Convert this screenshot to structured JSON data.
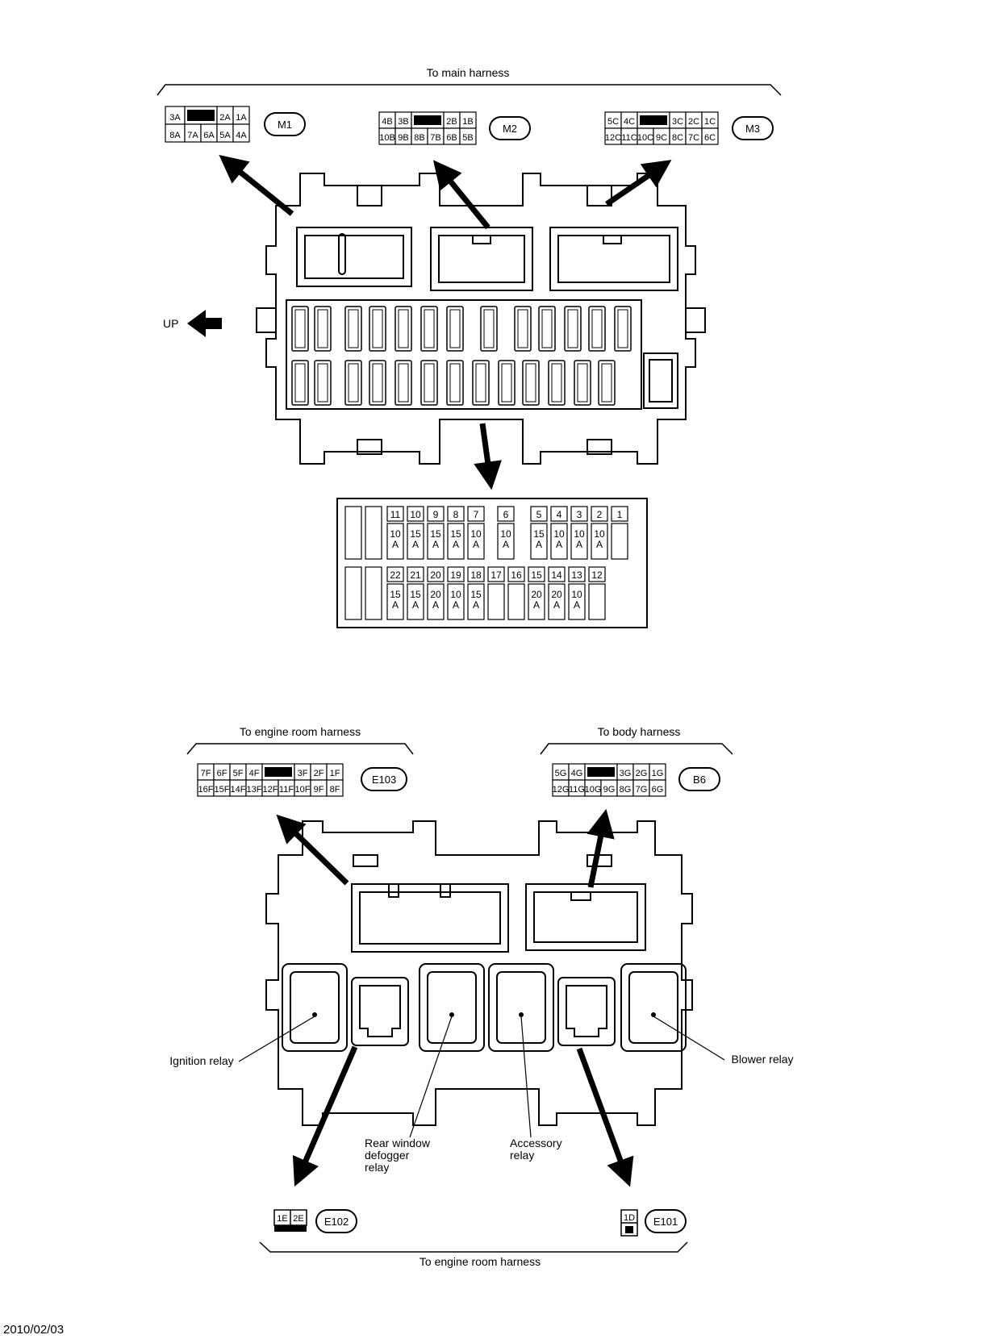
{
  "top_section": {
    "harness_label": "To main harness",
    "up_label": "UP",
    "connectors": {
      "M1": {
        "id": "M1",
        "rows": [
          [
            "3A",
            "",
            "2A",
            "1A"
          ],
          [
            "8A",
            "7A",
            "6A",
            "5A",
            "4A"
          ]
        ]
      },
      "M2": {
        "id": "M2",
        "rows": [
          [
            "4B",
            "3B",
            "",
            "2B",
            "1B"
          ],
          [
            "10B",
            "9B",
            "8B",
            "7B",
            "6B",
            "5B"
          ]
        ]
      },
      "M3": {
        "id": "M3",
        "rows": [
          [
            "5C",
            "4C",
            "",
            "3C",
            "2C",
            "1C"
          ],
          [
            "12C",
            "11C",
            "10C",
            "9C",
            "8C",
            "7C",
            "6C"
          ]
        ]
      }
    },
    "fuse_block": {
      "row1": [
        {
          "no": "11",
          "amp": [
            "10",
            "A"
          ]
        },
        {
          "no": "10",
          "amp": [
            "15",
            "A"
          ]
        },
        {
          "no": "9",
          "amp": [
            "15",
            "A"
          ]
        },
        {
          "no": "8",
          "amp": [
            "15",
            "A"
          ]
        },
        {
          "no": "7",
          "amp": [
            "10",
            "A"
          ]
        },
        {
          "no": "6",
          "amp": [
            "10",
            "A"
          ]
        },
        {
          "no": "5",
          "amp": [
            "15",
            "A"
          ]
        },
        {
          "no": "4",
          "amp": [
            "10",
            "A"
          ]
        },
        {
          "no": "3",
          "amp": [
            "10",
            "A"
          ]
        },
        {
          "no": "2",
          "amp": [
            "10",
            "A"
          ]
        },
        {
          "no": "1",
          "amp": [
            "",
            ""
          ]
        }
      ],
      "row2": [
        {
          "no": "22",
          "amp": [
            "15",
            "A"
          ]
        },
        {
          "no": "21",
          "amp": [
            "15",
            "A"
          ]
        },
        {
          "no": "20",
          "amp": [
            "20",
            "A"
          ]
        },
        {
          "no": "19",
          "amp": [
            "10",
            "A"
          ]
        },
        {
          "no": "18",
          "amp": [
            "15",
            "A"
          ]
        },
        {
          "no": "17",
          "amp": [
            "",
            ""
          ]
        },
        {
          "no": "16",
          "amp": [
            "",
            ""
          ]
        },
        {
          "no": "15",
          "amp": [
            "20",
            "A"
          ]
        },
        {
          "no": "14",
          "amp": [
            "20",
            "A"
          ]
        },
        {
          "no": "13",
          "amp": [
            "10",
            "A"
          ]
        },
        {
          "no": "12",
          "amp": [
            "",
            ""
          ]
        }
      ]
    }
  },
  "bottom_section": {
    "engine_room_label_top": "To engine room harness",
    "body_harness_label": "To body harness",
    "engine_room_label_bottom": "To engine room harness",
    "connectors": {
      "E103": {
        "id": "E103",
        "rows": [
          [
            "7F",
            "6F",
            "5F",
            "4F",
            "",
            "3F",
            "2F",
            "1F"
          ],
          [
            "16F",
            "15F",
            "14F",
            "13F",
            "12F",
            "11F",
            "10F",
            "9F",
            "8F"
          ]
        ]
      },
      "B6": {
        "id": "B6",
        "rows": [
          [
            "5G",
            "4G",
            "",
            "3G",
            "2G",
            "1G"
          ],
          [
            "12G",
            "11G",
            "10G",
            "9G",
            "8G",
            "7G",
            "6G"
          ]
        ]
      },
      "E102": {
        "id": "E102",
        "cells": [
          "1E",
          "2E"
        ]
      },
      "E101": {
        "id": "E101",
        "cells": [
          "1D"
        ]
      }
    },
    "relays": {
      "ignition": "Ignition relay",
      "blower": "Blower relay",
      "rear_defogger": [
        "Rear window",
        "defogger",
        "relay"
      ],
      "accessory": [
        "Accessory",
        "relay"
      ]
    }
  },
  "footer_date": "2010/02/03"
}
